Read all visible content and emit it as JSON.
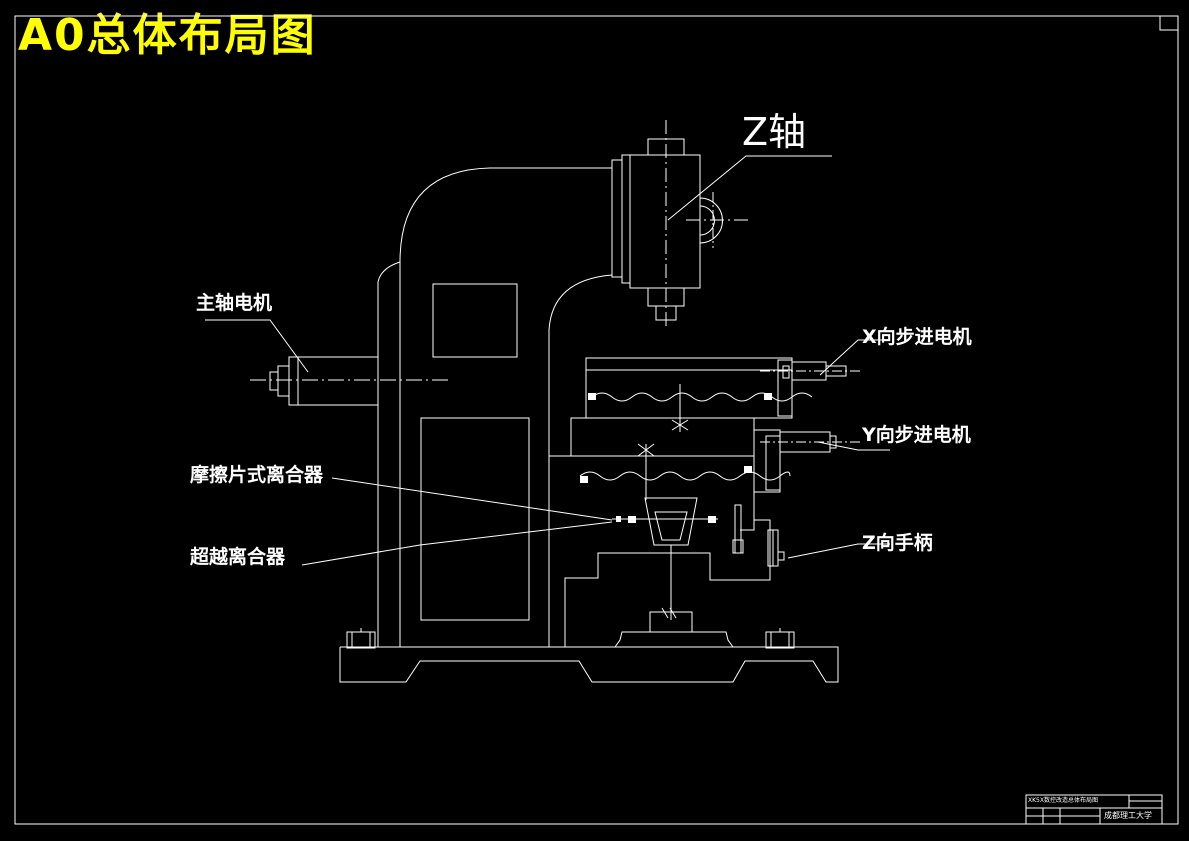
{
  "title": "A0总体布局图",
  "labels": {
    "z_axis": "Z轴",
    "spindle_motor": "主轴电机",
    "x_motor": "X向步进电机",
    "y_motor": "Y向步进电机",
    "friction_clutch": "摩擦片式离合器",
    "overrunning_clutch": "超越离合器",
    "z_handle": "Z向手柄"
  },
  "title_block": {
    "drawing_name": "XK5X数控改造总体布局图",
    "university": "成都理工大学"
  },
  "colors": {
    "background": "#000000",
    "lines": "#ffffff",
    "title": "#ffff00"
  }
}
